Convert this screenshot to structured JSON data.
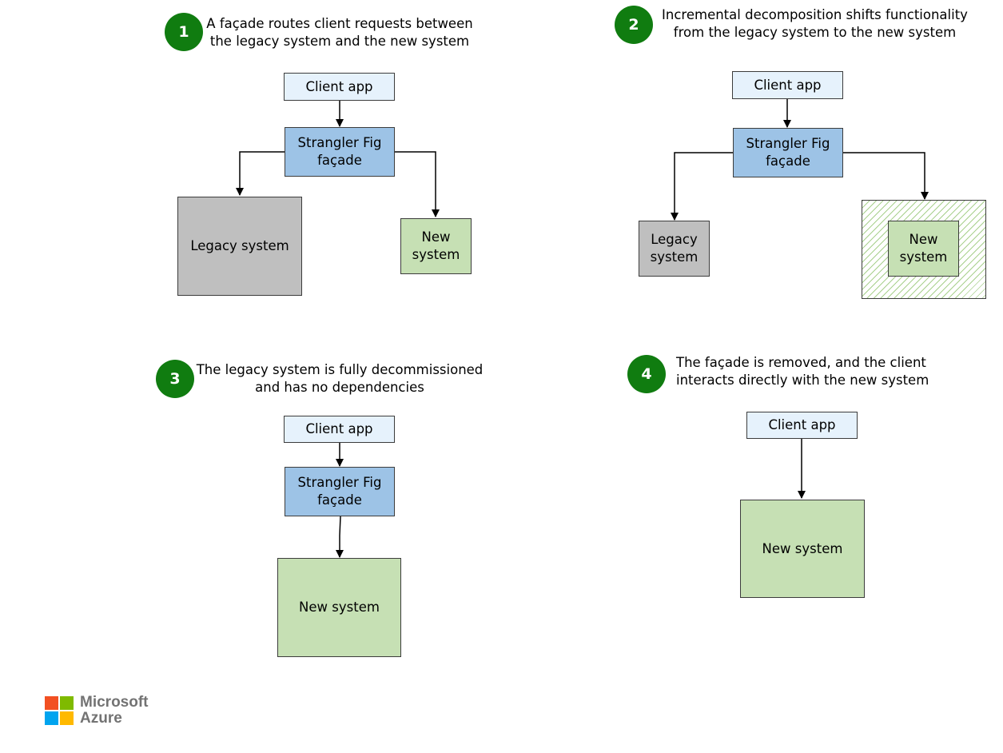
{
  "steps": [
    {
      "number": "1",
      "caption_line1": "A façade routes client requests between",
      "caption_line2": "the legacy system and the new system",
      "client": "Client app",
      "facade_line1": "Strangler Fig",
      "facade_line2": "façade",
      "legacy": "Legacy system",
      "new_line1": "New",
      "new_line2": "system"
    },
    {
      "number": "2",
      "caption_line1": "Incremental decomposition shifts functionality",
      "caption_line2": "from the legacy system to the new system",
      "client": "Client app",
      "facade_line1": "Strangler Fig",
      "facade_line2": "façade",
      "legacy_line1": "Legacy",
      "legacy_line2": "system",
      "new_line1": "New",
      "new_line2": "system"
    },
    {
      "number": "3",
      "caption_line1": "The legacy system is fully decommissioned",
      "caption_line2": "and has no dependencies",
      "client": "Client app",
      "facade_line1": "Strangler Fig",
      "facade_line2": "façade",
      "new": "New system"
    },
    {
      "number": "4",
      "caption_line1": "The façade is removed, and the client",
      "caption_line2": "interacts directly with the new system",
      "client": "Client app",
      "new": "New system"
    }
  ],
  "logo": {
    "line1": "Microsoft",
    "line2": "Azure",
    "colors": [
      "#f25022",
      "#7fba00",
      "#00a4ef",
      "#ffb900"
    ]
  },
  "colors": {
    "badge": "#107c10",
    "client": "#e6f2fc",
    "facade": "#9dc3e6",
    "legacy": "#bfbfbf",
    "new": "#c6e0b4",
    "hatch": "#a9d18e"
  }
}
